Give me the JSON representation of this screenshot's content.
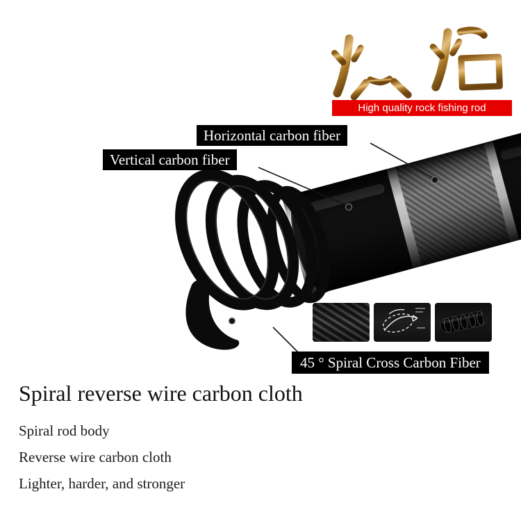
{
  "page": {
    "background_color": "#ffffff"
  },
  "brand": {
    "logo_calligraphy": "炽焰",
    "logo_color": "#c9a05e",
    "banner": {
      "text": "High quality rock fishing rod",
      "background_color": "#e60000",
      "text_color": "#ffffff"
    }
  },
  "callouts": [
    {
      "id": "horizontal",
      "label": "Horizontal carbon fiber"
    },
    {
      "id": "vertical",
      "label": "Vertical carbon fiber"
    },
    {
      "id": "spiral",
      "label": "45 ° Spiral Cross Carbon Fiber"
    }
  ],
  "illustration": {
    "subject": "carbon-fiber-rod-with-spiral-wrap-unwinding",
    "label_background": "#000000",
    "thumbnails": [
      {
        "name": "carbon-weave-texture"
      },
      {
        "name": "spiral-wrap-structure-diagram"
      },
      {
        "name": "spiral-wrapped-rod-blank"
      }
    ]
  },
  "footer": {
    "heading": "Spiral reverse wire carbon cloth",
    "lines": [
      "Spiral rod body",
      "Reverse wire carbon cloth",
      "Lighter, harder, and stronger"
    ]
  }
}
